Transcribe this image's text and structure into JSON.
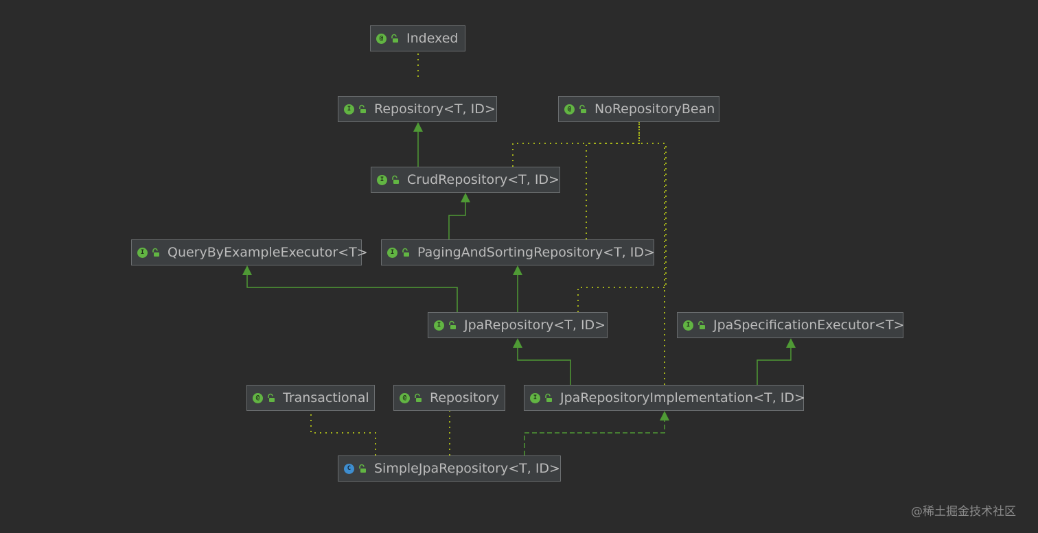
{
  "colors": {
    "background": "#2b2b2b",
    "node_fill": "#3c3f41",
    "node_border": "#6b6e70",
    "inherit_edge": "#4f9a35",
    "annotation_edge": "#a7b51a"
  },
  "nodes": [
    {
      "id": "indexed",
      "label": "Indexed",
      "kind": "annotation",
      "kind_glyph": "@"
    },
    {
      "id": "repository",
      "label": "Repository<T, ID>",
      "kind": "interface",
      "kind_glyph": "I"
    },
    {
      "id": "norepositorybean",
      "label": "NoRepositoryBean",
      "kind": "annotation",
      "kind_glyph": "@"
    },
    {
      "id": "crudrepository",
      "label": "CrudRepository<T, ID>",
      "kind": "interface",
      "kind_glyph": "I"
    },
    {
      "id": "querybyexample",
      "label": "QueryByExampleExecutor<T>",
      "kind": "interface",
      "kind_glyph": "I"
    },
    {
      "id": "pagingandsorting",
      "label": "PagingAndSortingRepository<T, ID>",
      "kind": "interface",
      "kind_glyph": "I"
    },
    {
      "id": "jparepository",
      "label": "JpaRepository<T, ID>",
      "kind": "interface",
      "kind_glyph": "I"
    },
    {
      "id": "jpaspecification",
      "label": "JpaSpecificationExecutor<T>",
      "kind": "interface",
      "kind_glyph": "I"
    },
    {
      "id": "transactional",
      "label": "Transactional",
      "kind": "annotation",
      "kind_glyph": "@"
    },
    {
      "id": "repositoryannotation",
      "label": "Repository",
      "kind": "annotation",
      "kind_glyph": "@"
    },
    {
      "id": "jparepositoryimpl",
      "label": "JpaRepositoryImplementation<T, ID>",
      "kind": "interface",
      "kind_glyph": "I"
    },
    {
      "id": "simplejparepository",
      "label": "SimpleJpaRepository<T, ID>",
      "kind": "class",
      "kind_glyph": "C"
    }
  ],
  "edges": [
    {
      "from": "repository",
      "to": "indexed",
      "type": "annotation"
    },
    {
      "from": "crudrepository",
      "to": "repository",
      "type": "extends"
    },
    {
      "from": "crudrepository",
      "to": "norepositorybean",
      "type": "annotation"
    },
    {
      "from": "pagingandsorting",
      "to": "crudrepository",
      "type": "extends"
    },
    {
      "from": "pagingandsorting",
      "to": "norepositorybean",
      "type": "annotation"
    },
    {
      "from": "jparepository",
      "to": "querybyexample",
      "type": "extends"
    },
    {
      "from": "jparepository",
      "to": "pagingandsorting",
      "type": "extends"
    },
    {
      "from": "jparepository",
      "to": "norepositorybean",
      "type": "annotation"
    },
    {
      "from": "jparepositoryimpl",
      "to": "jparepository",
      "type": "extends"
    },
    {
      "from": "jparepositoryimpl",
      "to": "jpaspecification",
      "type": "extends"
    },
    {
      "from": "jparepositoryimpl",
      "to": "norepositorybean",
      "type": "annotation"
    },
    {
      "from": "simplejparepository",
      "to": "transactional",
      "type": "annotation"
    },
    {
      "from": "simplejparepository",
      "to": "repositoryannotation",
      "type": "annotation"
    },
    {
      "from": "simplejparepository",
      "to": "jparepositoryimpl",
      "type": "implements"
    }
  ],
  "watermark": "@稀土掘金技术社区"
}
